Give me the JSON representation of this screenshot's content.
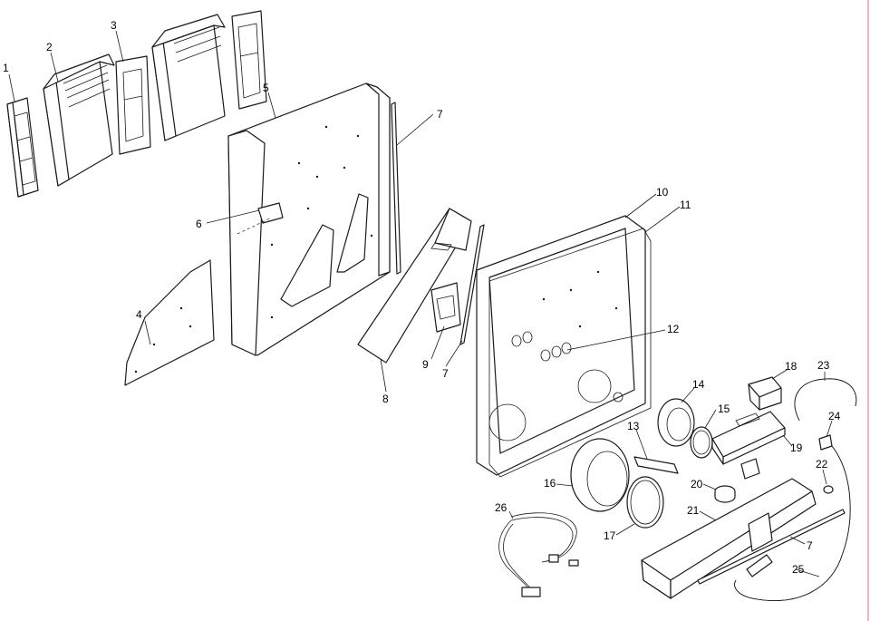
{
  "callouts": [
    {
      "id": "c1",
      "label": "1"
    },
    {
      "id": "c2",
      "label": "2"
    },
    {
      "id": "c3",
      "label": "3"
    },
    {
      "id": "c4",
      "label": "4"
    },
    {
      "id": "c5",
      "label": "5"
    },
    {
      "id": "c6",
      "label": "6"
    },
    {
      "id": "c7a",
      "label": "7"
    },
    {
      "id": "c7b",
      "label": "7"
    },
    {
      "id": "c7c",
      "label": "7"
    },
    {
      "id": "c8",
      "label": "8"
    },
    {
      "id": "c9",
      "label": "9"
    },
    {
      "id": "c10",
      "label": "10"
    },
    {
      "id": "c11",
      "label": "11"
    },
    {
      "id": "c12",
      "label": "12"
    },
    {
      "id": "c13",
      "label": "13"
    },
    {
      "id": "c14",
      "label": "14"
    },
    {
      "id": "c15",
      "label": "15"
    },
    {
      "id": "c16",
      "label": "16"
    },
    {
      "id": "c17",
      "label": "17"
    },
    {
      "id": "c18",
      "label": "18"
    },
    {
      "id": "c19",
      "label": "19"
    },
    {
      "id": "c20",
      "label": "20"
    },
    {
      "id": "c21",
      "label": "21"
    },
    {
      "id": "c22",
      "label": "22"
    },
    {
      "id": "c23",
      "label": "23"
    },
    {
      "id": "c24",
      "label": "24"
    },
    {
      "id": "c25",
      "label": "25"
    },
    {
      "id": "c26",
      "label": "26"
    }
  ]
}
